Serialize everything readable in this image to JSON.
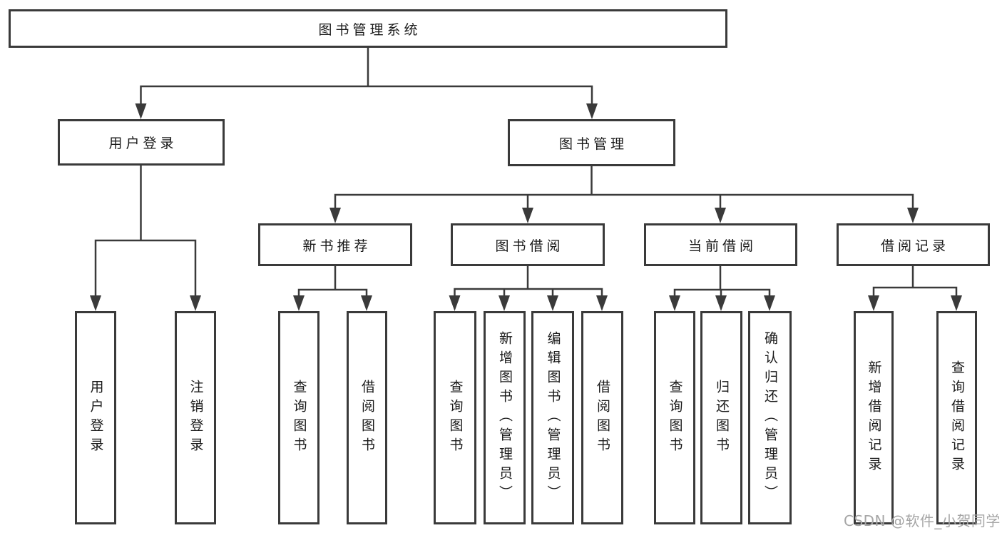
{
  "diagram": {
    "root": {
      "label": "图书管理系统",
      "children": [
        {
          "label": "用户登录",
          "children": [
            {
              "label": "用户登录"
            },
            {
              "label": "注销登录"
            }
          ]
        },
        {
          "label": "图书管理",
          "children": [
            {
              "label": "新书推荐",
              "children": [
                {
                  "label": "查询图书"
                },
                {
                  "label": "借阅图书"
                }
              ]
            },
            {
              "label": "图书借阅",
              "children": [
                {
                  "label": "查询图书"
                },
                {
                  "label": "新增图书（管理员）"
                },
                {
                  "label": "编辑图书（管理员）"
                },
                {
                  "label": "借阅图书"
                }
              ]
            },
            {
              "label": "当前借阅",
              "children": [
                {
                  "label": "查询图书"
                },
                {
                  "label": "归还图书"
                },
                {
                  "label": "确认归还（管理员）"
                }
              ]
            },
            {
              "label": "借阅记录",
              "children": [
                {
                  "label": "新增借阅记录"
                },
                {
                  "label": "查询借阅记录"
                }
              ]
            }
          ]
        }
      ]
    },
    "watermark": {
      "text": "CSDN @软件_小贺同学"
    },
    "colors": {
      "line": "#3a3a3a",
      "box_border": "#3a3a3a",
      "text": "#1a1a1a",
      "watermark": "#a6a6a6",
      "background": "#ffffff"
    }
  }
}
